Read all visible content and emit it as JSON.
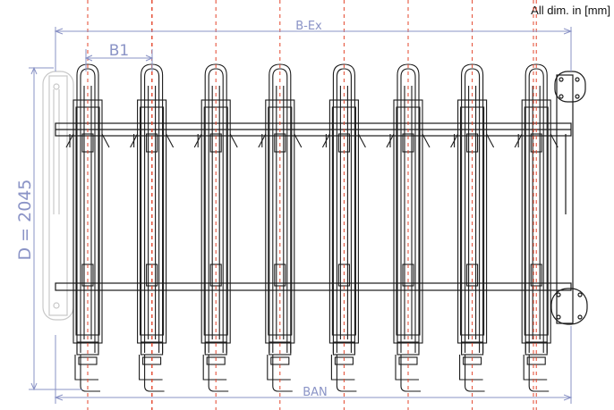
{
  "note": "All dim. in [mm]",
  "dimensions": {
    "width_label": "B-Ex",
    "pitch_label": "B1",
    "depth_label": "D = 2045",
    "base_label": "BAN"
  },
  "drawing": {
    "module_count": 8,
    "colors": {
      "dimension": "#8a93c6",
      "centerline": "#e3452b",
      "outline": "#1a1a1a",
      "ghost": "#c8c8c8"
    }
  }
}
